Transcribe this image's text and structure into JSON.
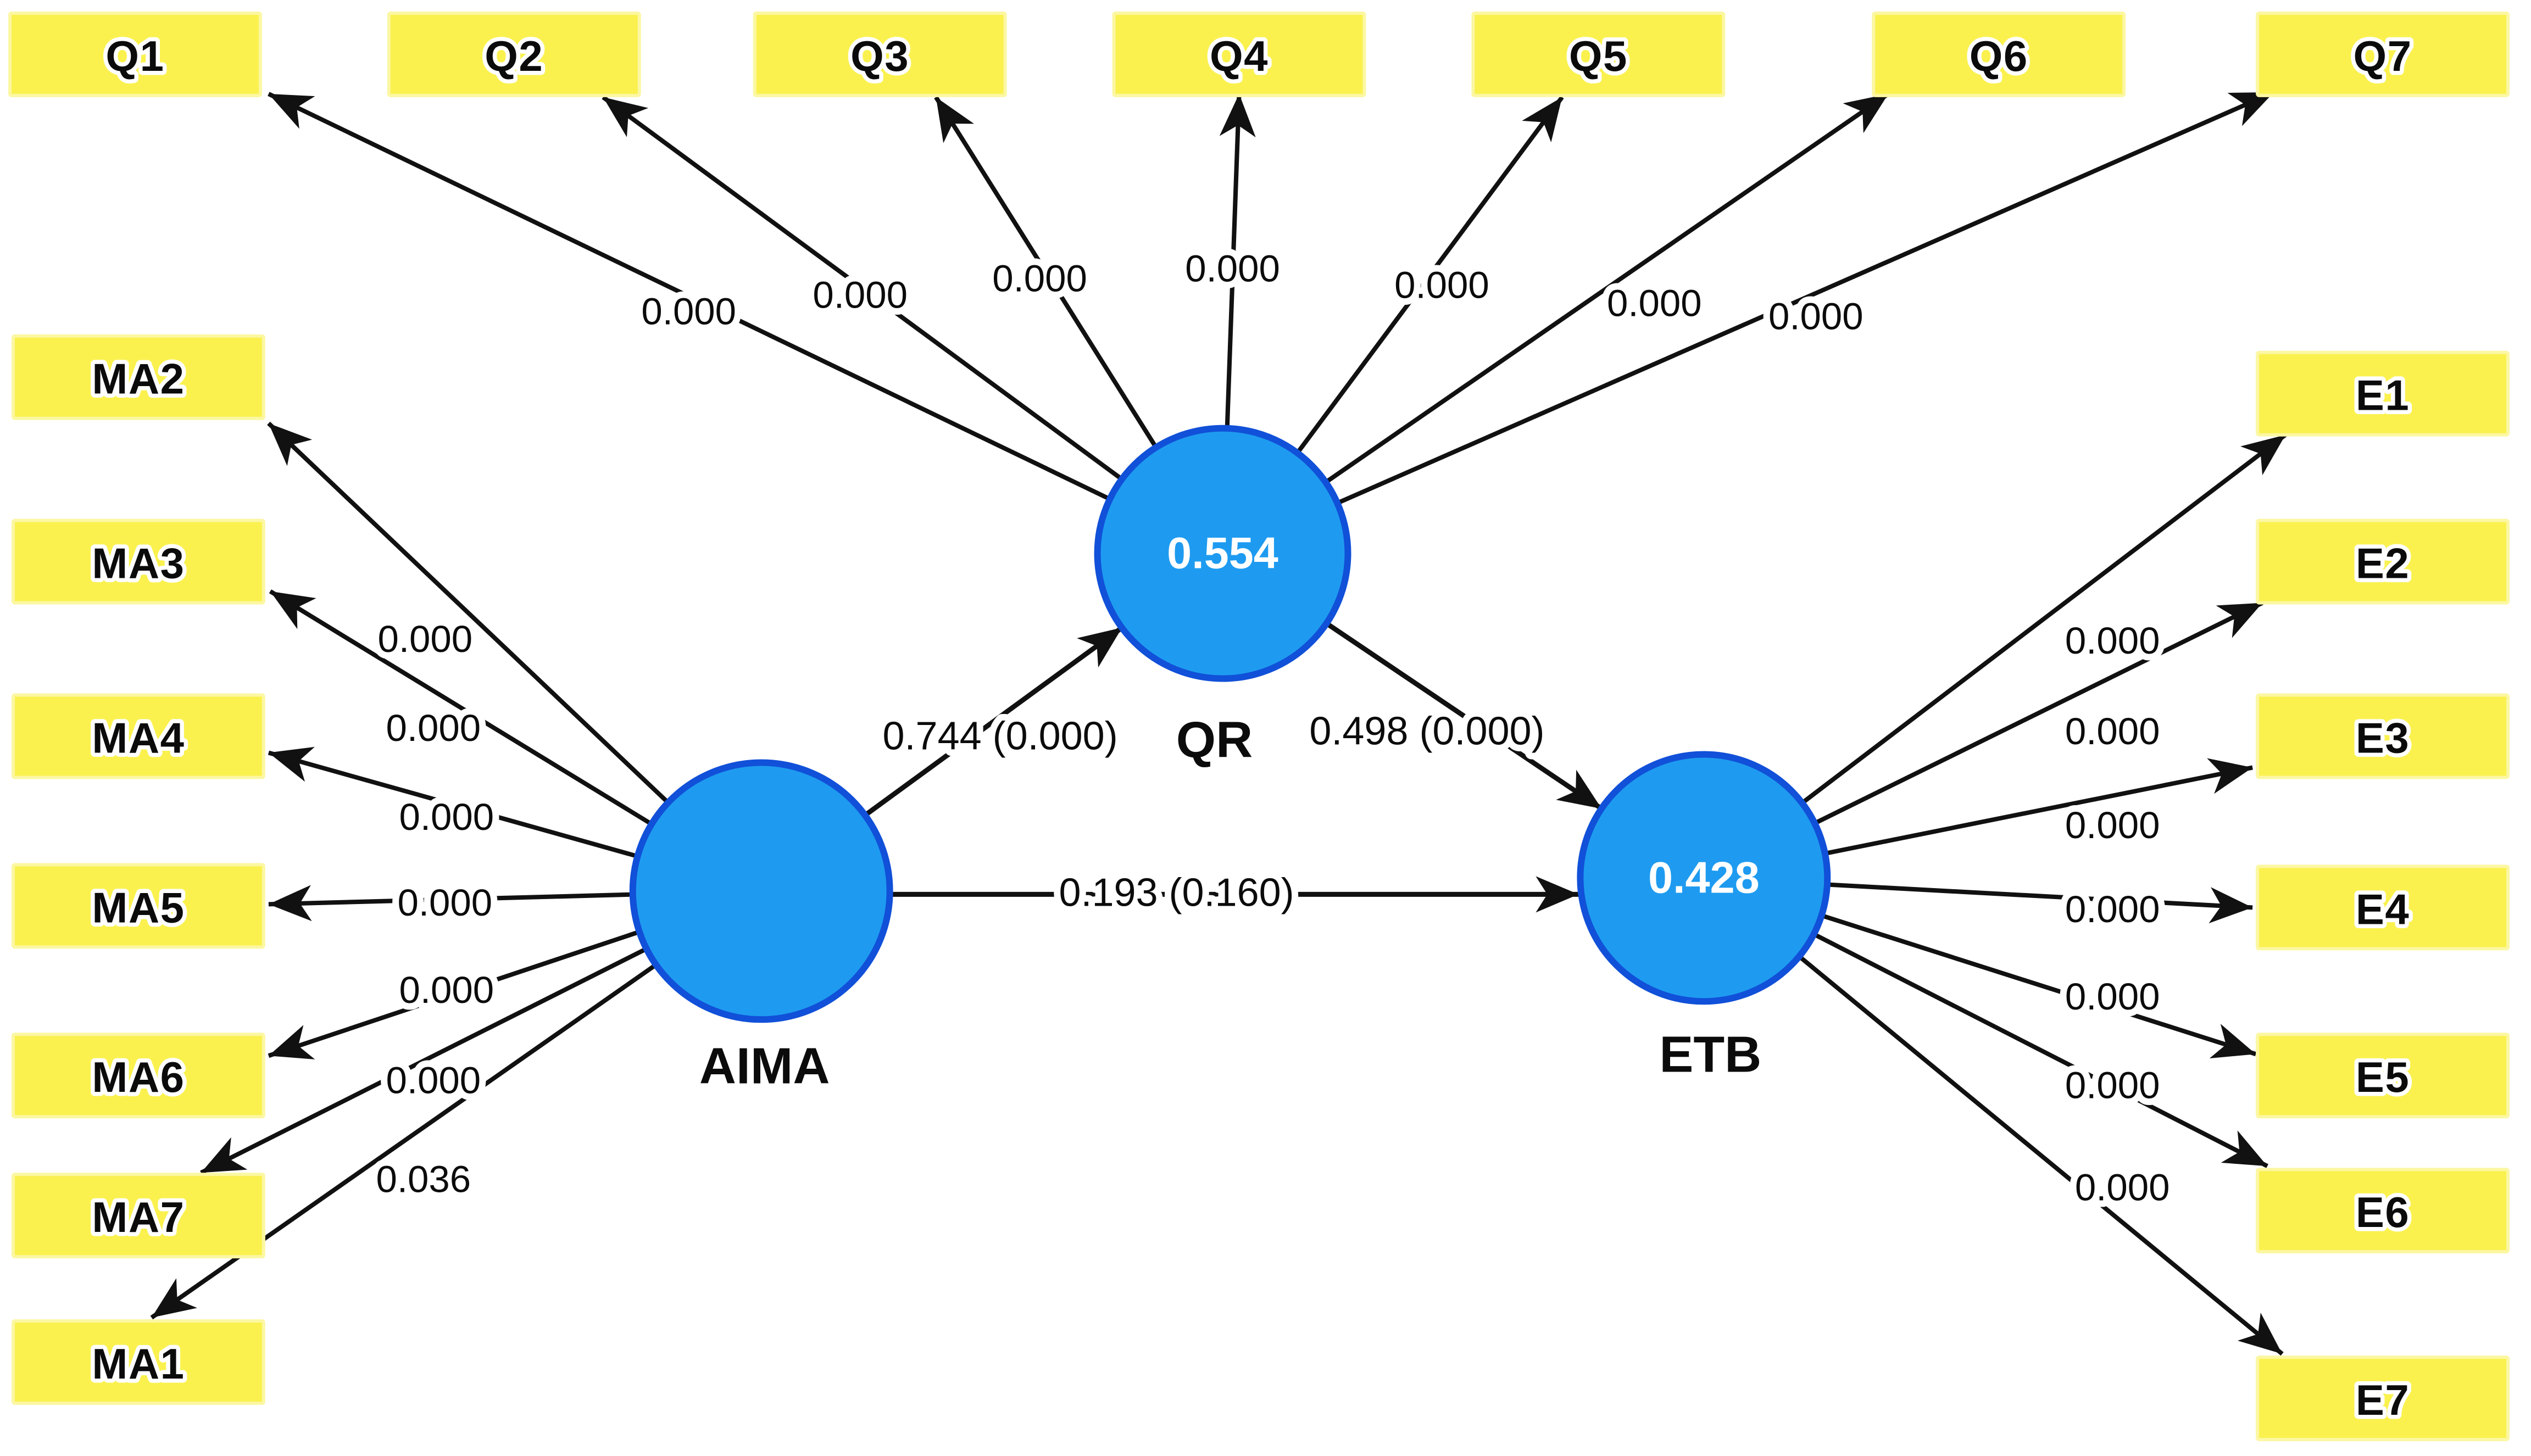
{
  "figure": {
    "type": "pls-sem-path-model",
    "background": "#ffffff",
    "colors": {
      "indicator_fill": "#FAF14F",
      "latent_fill": "#1E9BF0",
      "latent_stroke": "#1150D8",
      "arrow": "#111111",
      "text": "#0b0b0b",
      "r2_text": "#ffffff"
    },
    "latents": [
      {
        "id": "QR",
        "label": "QR",
        "r2": "0.554"
      },
      {
        "id": "AIMA",
        "label": "AIMA"
      },
      {
        "id": "ETB",
        "label": "ETB",
        "r2": "0.428"
      }
    ],
    "structural_paths": [
      {
        "from": "AIMA",
        "to": "QR",
        "coefficient": "0.744 (0.000)"
      },
      {
        "from": "AIMA",
        "to": "ETB",
        "coefficient": "0.193 (0.160)"
      },
      {
        "from": "QR",
        "to": "ETB",
        "coefficient": "0.498 (0.000)"
      }
    ],
    "indicators": {
      "top": [
        {
          "label": "Q1",
          "loading": "0.000"
        },
        {
          "label": "Q2",
          "loading": "0.000"
        },
        {
          "label": "Q3",
          "loading": "0.000"
        },
        {
          "label": "Q4",
          "loading": "0.000"
        },
        {
          "label": "Q5",
          "loading": "0.000"
        },
        {
          "label": "Q6",
          "loading": "0.000"
        },
        {
          "label": "Q7",
          "loading": "0.000"
        }
      ],
      "left": [
        {
          "label": "MA2",
          "loading": "0.000"
        },
        {
          "label": "MA3",
          "loading": "0.000"
        },
        {
          "label": "MA4",
          "loading": "0.000"
        },
        {
          "label": "MA5",
          "loading": "0.000"
        },
        {
          "label": "MA6",
          "loading": "0.000"
        },
        {
          "label": "MA7",
          "loading": "0.000"
        },
        {
          "label": "MA1",
          "loading": "0.036"
        }
      ],
      "right": [
        {
          "label": "E1",
          "loading": "0.000"
        },
        {
          "label": "E2",
          "loading": "0.000"
        },
        {
          "label": "E3",
          "loading": "0.000"
        },
        {
          "label": "E4",
          "loading": "0.000"
        },
        {
          "label": "E5",
          "loading": "0.000"
        },
        {
          "label": "E6",
          "loading": "0.000"
        },
        {
          "label": "E7",
          "loading": "0.000"
        }
      ]
    }
  }
}
